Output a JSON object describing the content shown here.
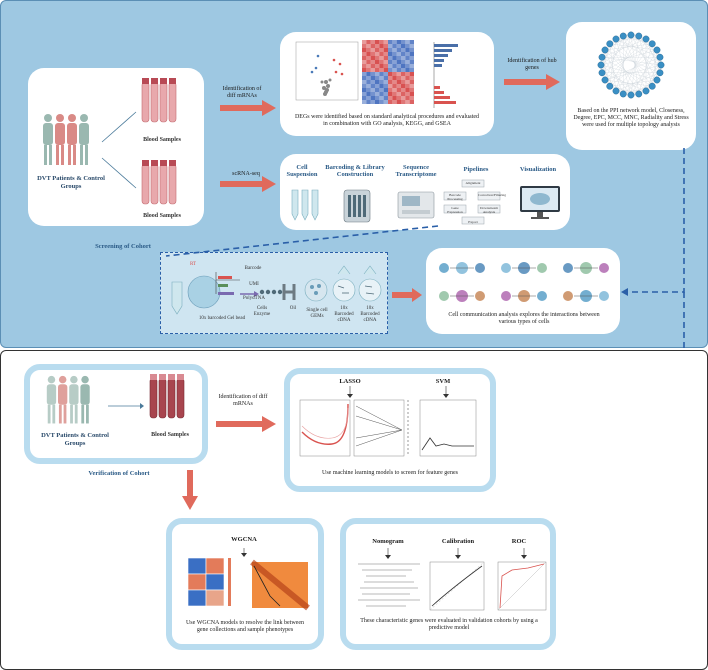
{
  "screening": {
    "cohort_label": "Screening of Cohort",
    "patients_label": "DVT Patients & Control Groups",
    "blood_top": "Blood Samples",
    "blood_bottom": "Blood Samples",
    "arrow_diff": "Identification of diff mRNAs",
    "arrow_scrna": "scRNA-seq",
    "arrow_hub": "Identification of hub genes",
    "degs_caption": "DEGs were identified based on standard analytical procedures and evaluated in combination with GO analysis, KEGG, and GSEA",
    "ppi_caption": "Based on the PPI network model, Closeness, Degree, EPC, MCC, MNC, Radiality and Stress were used for multiple topology analysis",
    "scrna_steps": [
      "Cell Suspension",
      "Barcoding & Library Construction",
      "Sequence Transcriptome",
      "Pipelines",
      "Visualization"
    ],
    "pipeline_boxes": [
      "Alignment",
      "Barcode Processing",
      "Correction/Filtering",
      "Gene Expression",
      "Downstream Analysis",
      "Export"
    ],
    "bead_labels": {
      "rt": "RT",
      "barcode": "Barcode",
      "umi": "UMI",
      "polydt": "PolydTNA",
      "gel_bead": "10x barcoded Gel bead",
      "cells": "Cells Enzyme",
      "oil": "Oil",
      "gems": "Single cell GEMs",
      "cdna1": "10x Barcoded cDNA",
      "cdna2": "10x Barcoded cDNA"
    },
    "cellcomm_caption": "Cell communication analysis explores the interactions between various types of cells"
  },
  "verification": {
    "cohort_label": "Verification of Cohort",
    "patients_label": "DVT Patients & Control Groups",
    "blood_label": "Blood Samples",
    "arrow_diff": "Identification of diff mRNAs",
    "lasso": "LASSO",
    "svm": "SVM",
    "ml_caption": "Use machine learning models to screen for feature genes",
    "wgcna": "WGCNA",
    "wgcna_caption": "Use WGCNA models to resolve the link between gene collections and sample phenotypes",
    "nomogram": "Nomogram",
    "calibration": "Calibration",
    "roc": "ROC",
    "validation_caption": "These characteristic genes were evaluated in validation cohorts by using a predictive model"
  },
  "colors": {
    "top_panel": "#9ec8e2",
    "card_border": "#b9dcef",
    "arrow_red": "#e06a5c",
    "dash_blue": "#2a5fa8"
  }
}
